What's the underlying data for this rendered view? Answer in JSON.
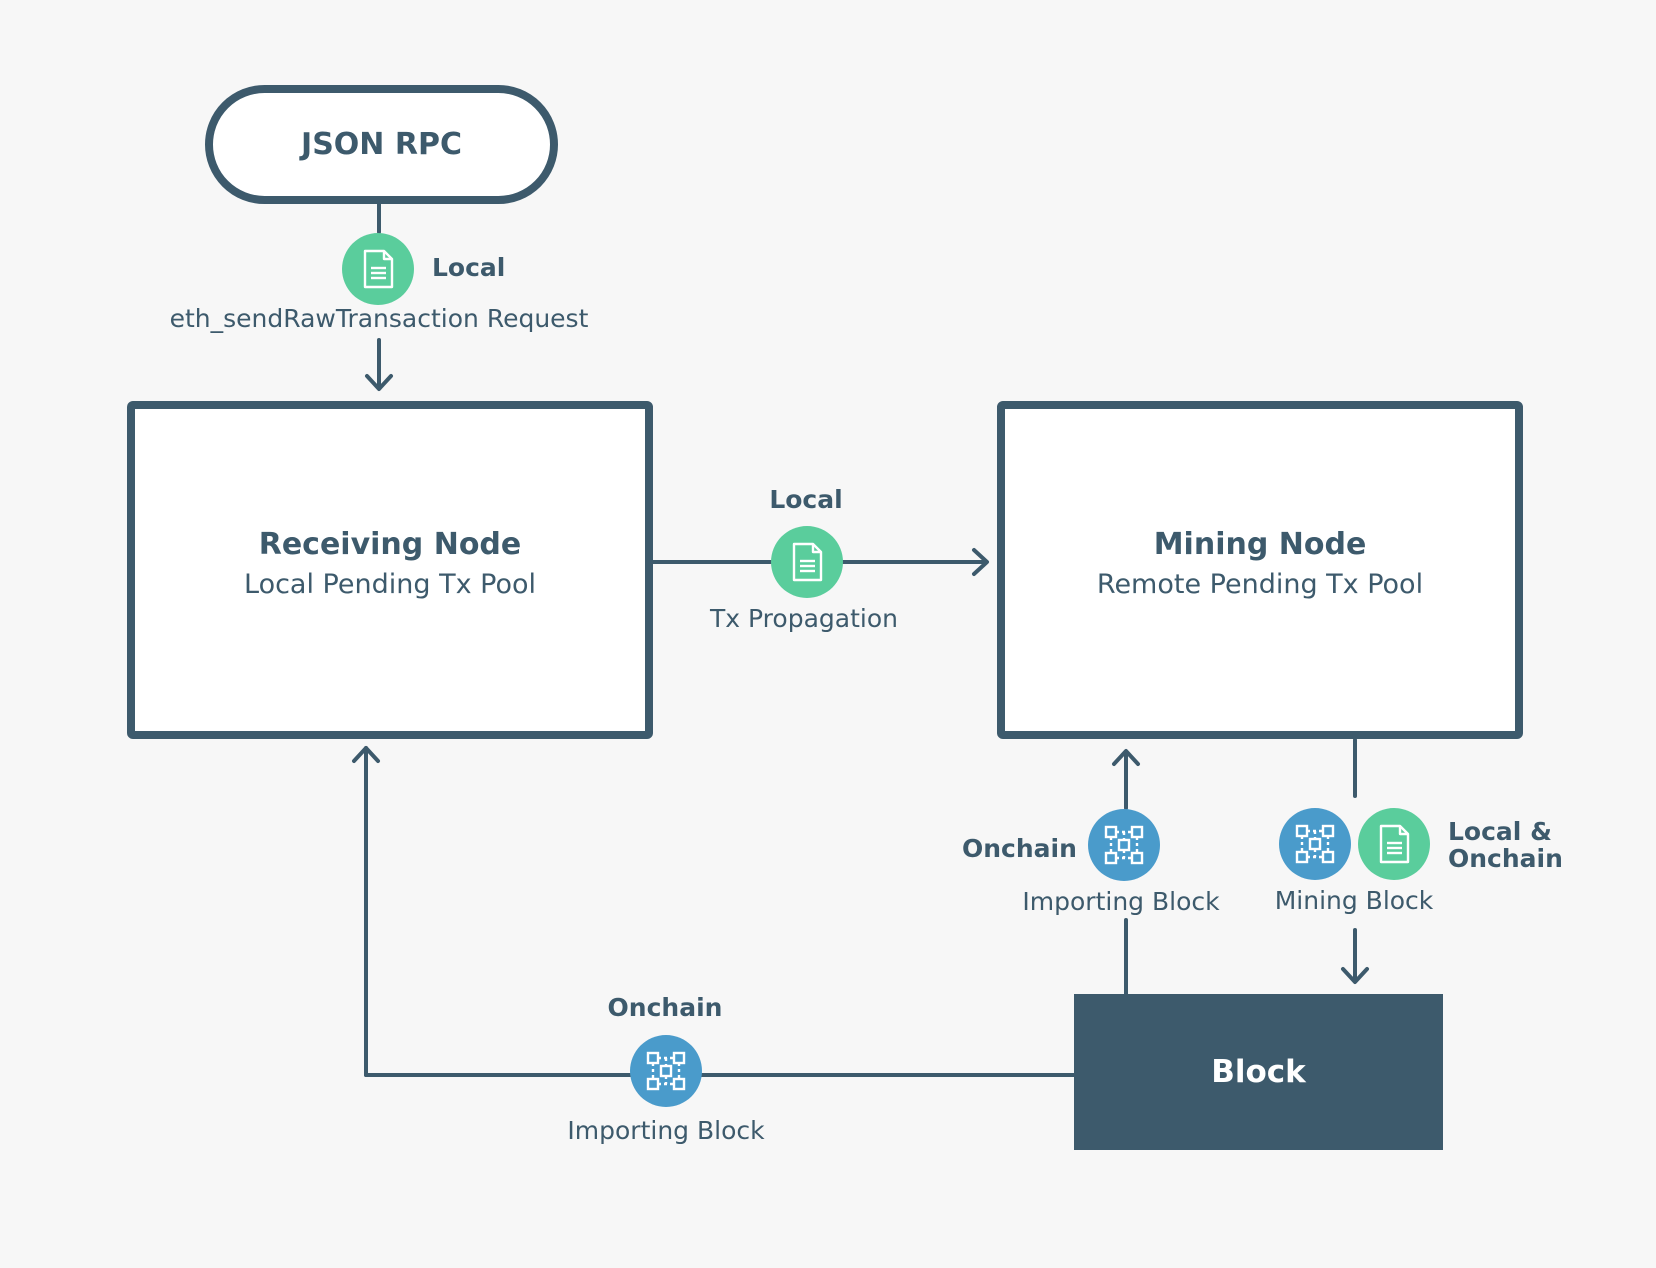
{
  "json_rpc": {
    "label": "JSON RPC"
  },
  "receiving_node": {
    "title": "Receiving Node",
    "subtitle": "Local Pending Tx Pool"
  },
  "mining_node": {
    "title": "Mining Node",
    "subtitle": "Remote Pending Tx Pool"
  },
  "block": {
    "label": "Block"
  },
  "rpc_request": {
    "tag": "Local",
    "caption": "eth_sendRawTransaction Request",
    "icon": "document-icon"
  },
  "tx_propagation": {
    "tag": "Local",
    "caption": "Tx Propagation",
    "icon": "document-icon"
  },
  "import_to_mining": {
    "tag": "Onchain",
    "caption": "Importing Block",
    "icon": "block-network-icon"
  },
  "mining_block": {
    "tag": "Local & Onchain",
    "caption": "Mining Block",
    "icons": [
      "block-network-icon",
      "document-icon"
    ]
  },
  "import_to_receiving": {
    "tag": "Onchain",
    "caption": "Importing Block",
    "icon": "block-network-icon"
  },
  "colors": {
    "stroke": "#3d5a6c",
    "green_badge": "#5acd9c",
    "blue_badge": "#4a9bcb",
    "background": "#f7f7f7"
  }
}
